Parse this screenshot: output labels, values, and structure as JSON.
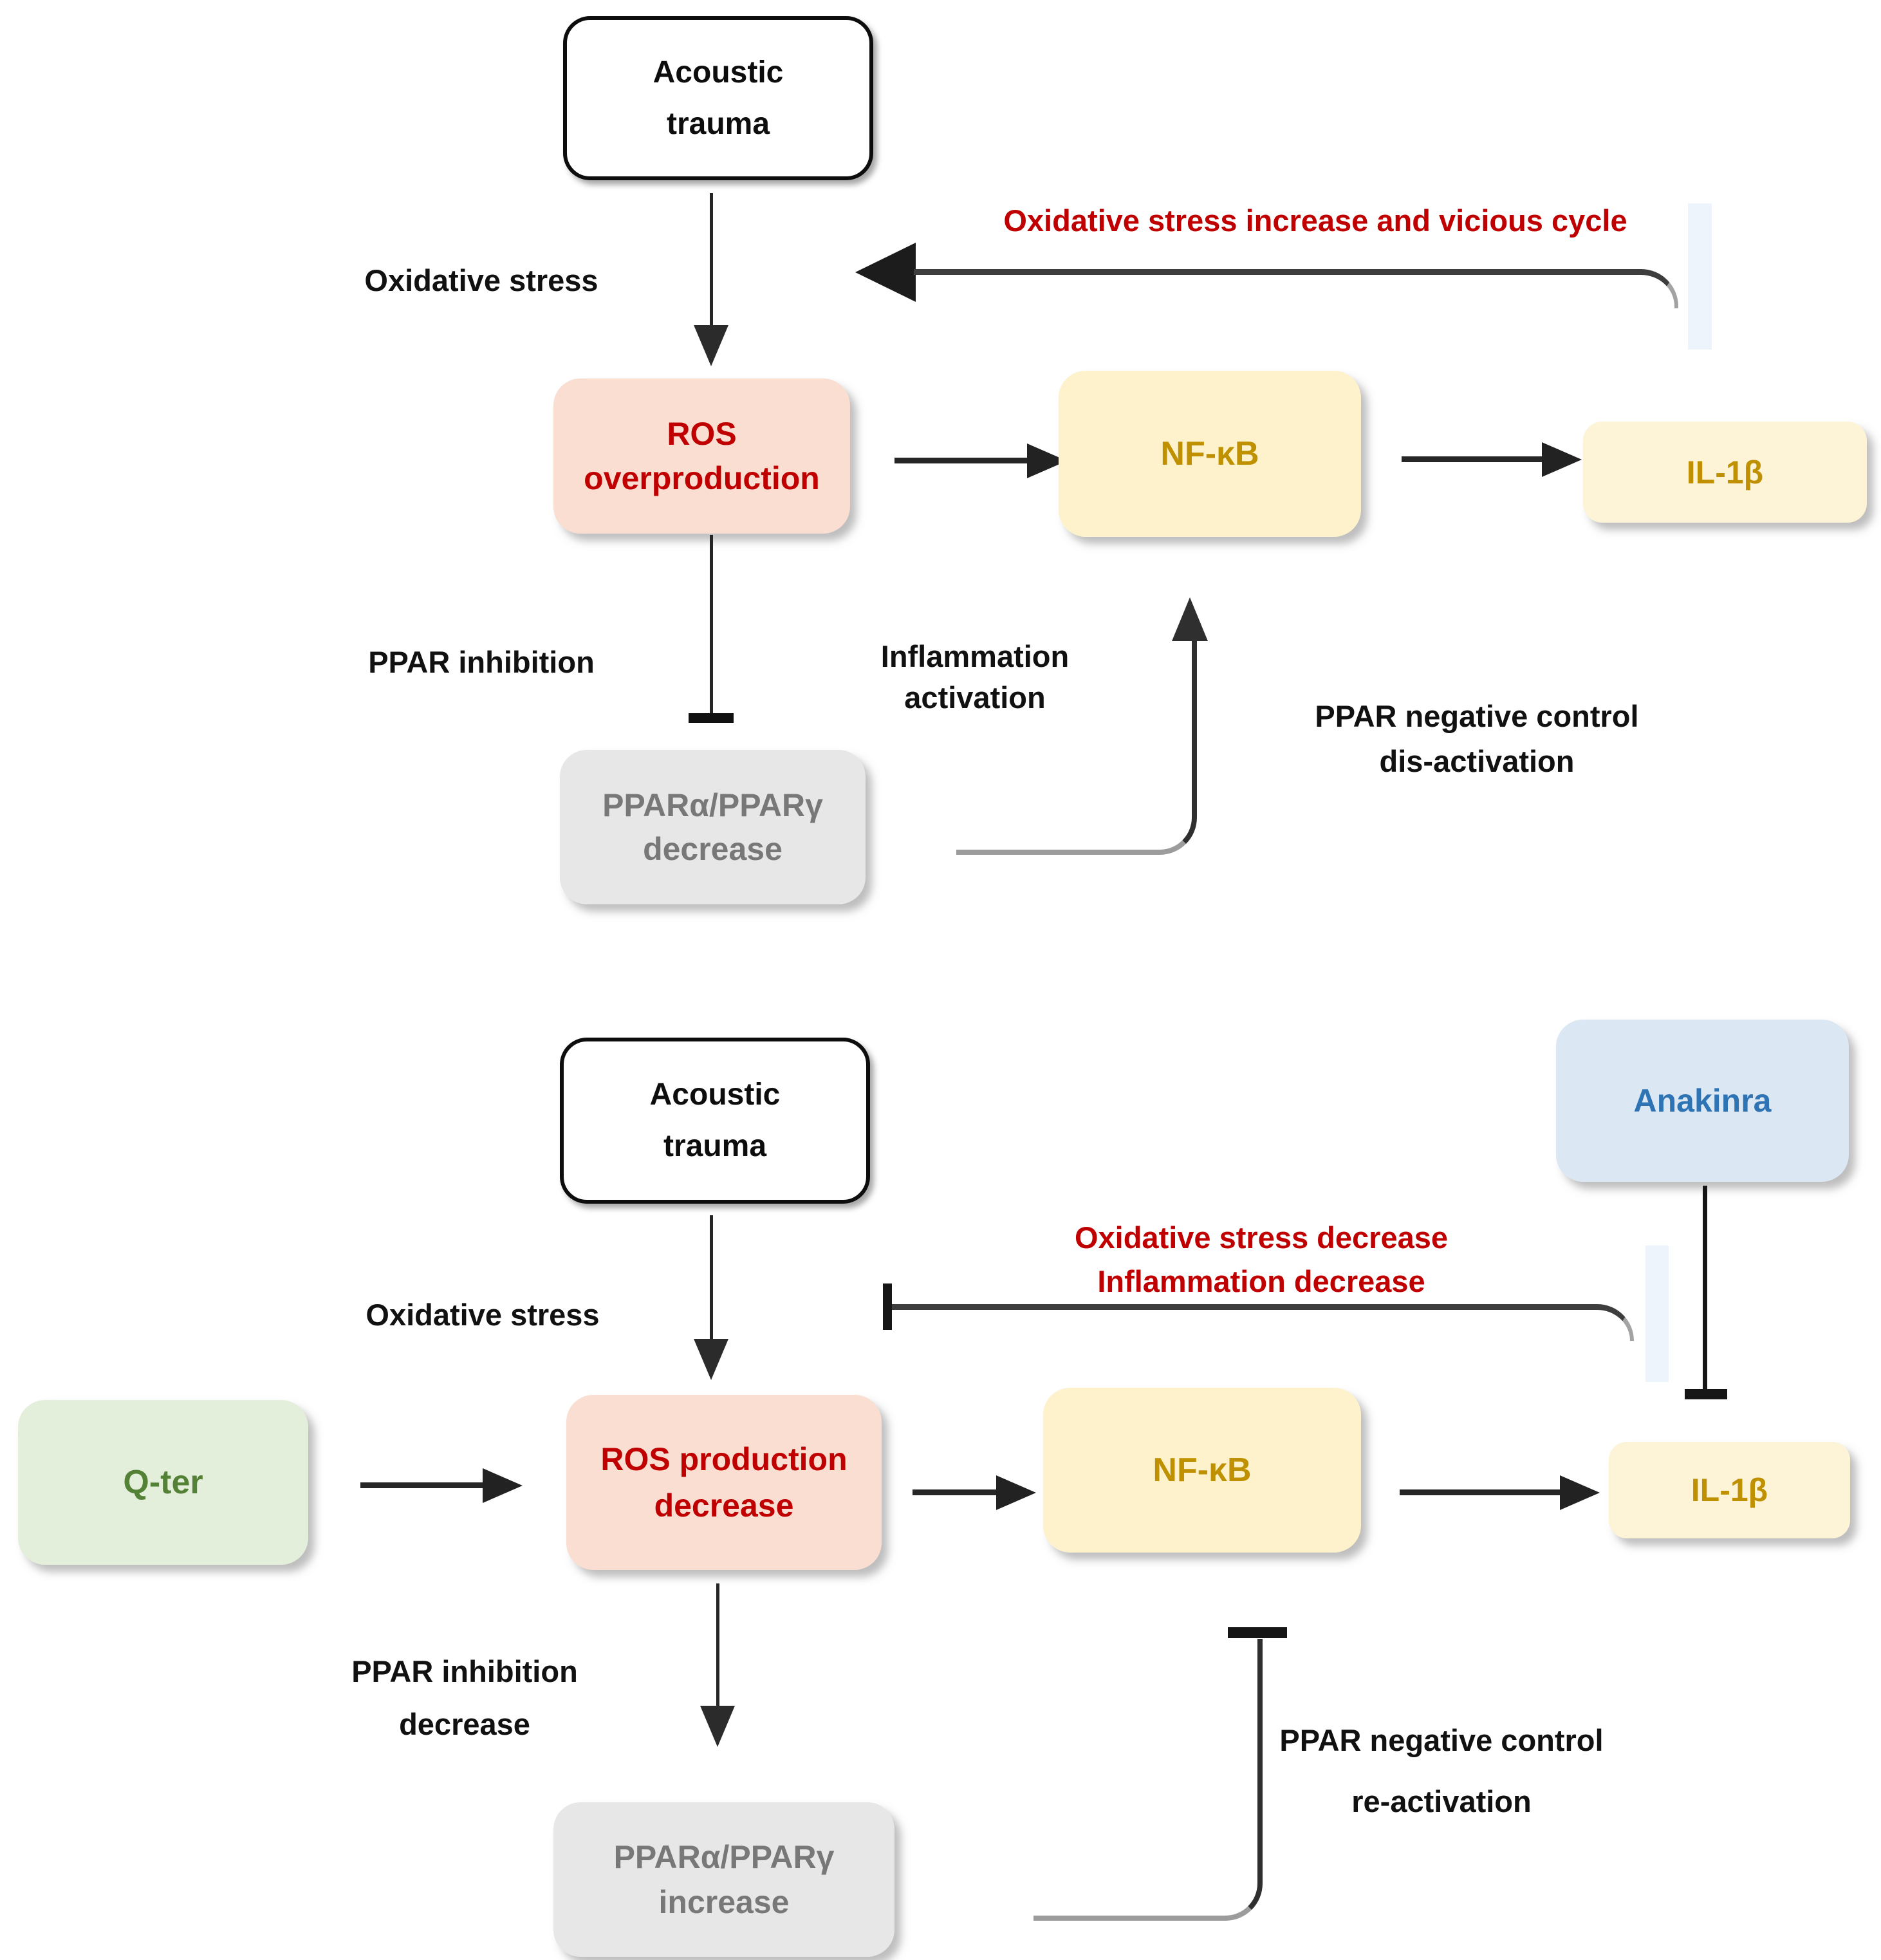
{
  "palette": {
    "red_text": "#c00000",
    "gold_text": "#bf9000",
    "gray_text": "#787878",
    "green_text": "#538135",
    "blue_text": "#2e74b5",
    "salmon_fill": "#f9ded1",
    "yellow_fill": "#fdf2cc",
    "gray_fill": "#e8e7e7",
    "green_fill": "#e3efda",
    "blue_fill": "#dbe7f3",
    "arrow_color": "#1a1a1a",
    "pale_strip": "#eef4fb"
  },
  "diagram_top": {
    "nodes": {
      "acoustic_trauma": "Acoustic\ntrauma",
      "ros": "ROS\noverproduction",
      "nfkb": "NF-κB",
      "il1b": "IL-1β",
      "ppar": "PPARα/PPARγ\ndecrease"
    },
    "labels": {
      "vicious_cycle": "Oxidative stress increase and vicious cycle",
      "oxidative_stress": "Oxidative stress",
      "ppar_inhibition": "PPAR inhibition",
      "inflammation_activation": "Inflammation\nactivation",
      "ppar_negative_control": "PPAR negative control\ndis-activation"
    }
  },
  "diagram_bottom": {
    "nodes": {
      "acoustic_trauma": "Acoustic\ntrauma",
      "anakinra": "Anakinra",
      "qter": "Q-ter",
      "ros": "ROS production\ndecrease",
      "nfkb": "NF-κB",
      "il1b": "IL-1β",
      "ppar": "PPARα/PPARγ\nincrease"
    },
    "labels": {
      "stress_decrease": "Oxidative stress decrease\nInflammation decrease",
      "oxidative_stress": "Oxidative stress",
      "ppar_inhibition": "PPAR inhibition\ndecrease",
      "ppar_negative_control": "PPAR negative control\nre-activation"
    }
  }
}
